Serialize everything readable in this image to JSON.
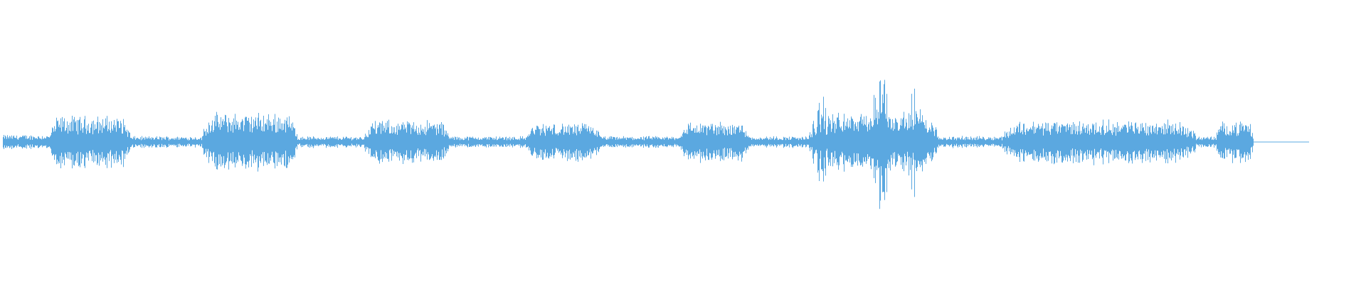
{
  "waveform": {
    "color": "#5ba8e0",
    "background": "#ffffff",
    "duration_fraction_filled": 0.78,
    "segments": [
      {
        "start": 0.0,
        "end": 0.036,
        "level": 0.05
      },
      {
        "start": 0.036,
        "end": 0.097,
        "level": 0.18
      },
      {
        "start": 0.097,
        "end": 0.153,
        "level": 0.04
      },
      {
        "start": 0.153,
        "end": 0.225,
        "level": 0.2
      },
      {
        "start": 0.225,
        "end": 0.277,
        "level": 0.04
      },
      {
        "start": 0.277,
        "end": 0.341,
        "level": 0.15
      },
      {
        "start": 0.341,
        "end": 0.401,
        "level": 0.04
      },
      {
        "start": 0.401,
        "end": 0.457,
        "level": 0.13
      },
      {
        "start": 0.457,
        "end": 0.518,
        "level": 0.04
      },
      {
        "start": 0.518,
        "end": 0.571,
        "level": 0.14
      },
      {
        "start": 0.571,
        "end": 0.627,
        "level": 0.04
      },
      {
        "start": 0.627,
        "end": 0.715,
        "level": 0.2
      },
      {
        "start": 0.715,
        "end": 0.765,
        "level": 0.04
      },
      {
        "start": 0.765,
        "end": 0.913,
        "level": 0.15
      },
      {
        "start": 0.913,
        "end": 0.929,
        "level": 0.04
      },
      {
        "start": 0.929,
        "end": 0.957,
        "level": 0.14
      }
    ],
    "peaks": [
      {
        "position": 0.627,
        "level": 0.4
      },
      {
        "position": 0.673,
        "level": 0.75
      },
      {
        "position": 0.697,
        "level": 0.45
      }
    ]
  }
}
